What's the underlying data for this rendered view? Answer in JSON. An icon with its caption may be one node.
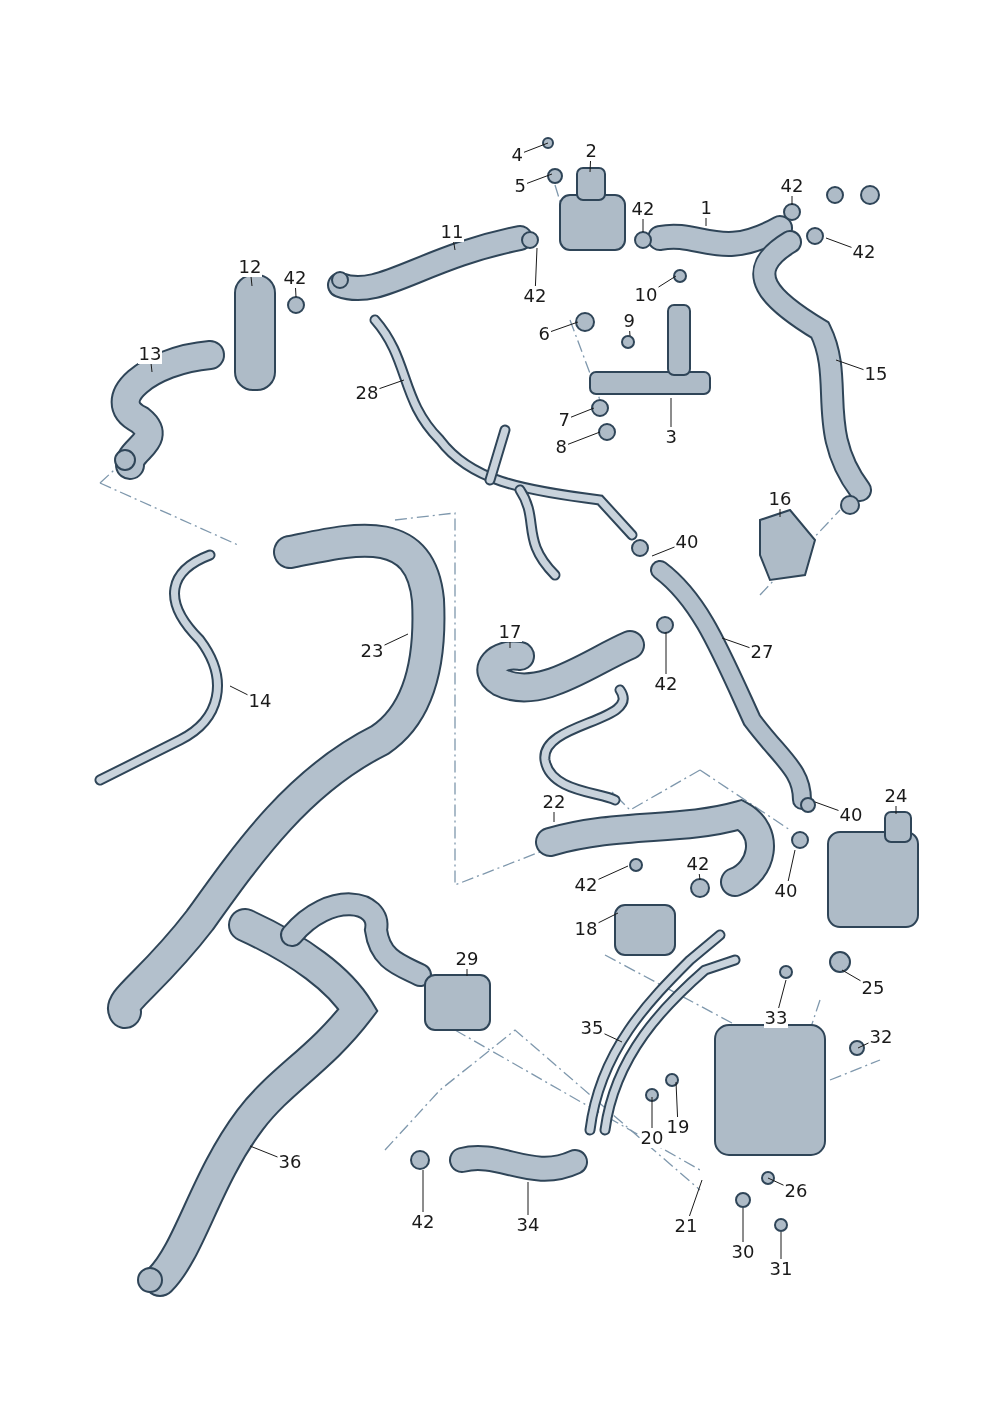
{
  "diagram": {
    "nodes": [
      {
        "text": [
          "4"
        ]
      },
      {
        "text": [
          "2"
        ]
      },
      {
        "text": [
          "5"
        ]
      },
      {
        "text": [
          "42"
        ]
      },
      {
        "text": [
          "1"
        ]
      },
      {
        "text": [
          "42"
        ]
      },
      {
        "text": [
          "11"
        ]
      },
      {
        "text": [
          "42"
        ]
      },
      {
        "text": [
          "12"
        ]
      },
      {
        "text": [
          "42"
        ]
      },
      {
        "text": [
          "10"
        ]
      },
      {
        "text": [
          "42"
        ]
      },
      {
        "text": [
          "6"
        ]
      },
      {
        "text": [
          "9"
        ]
      },
      {
        "text": [
          "13"
        ]
      },
      {
        "text": [
          "15"
        ]
      },
      {
        "text": [
          "28"
        ]
      },
      {
        "text": [
          "7"
        ]
      },
      {
        "text": [
          "3"
        ]
      },
      {
        "text": [
          "8"
        ]
      },
      {
        "text": [
          "16"
        ]
      },
      {
        "text": [
          "40"
        ]
      },
      {
        "text": [
          "17"
        ]
      },
      {
        "text": [
          "23"
        ]
      },
      {
        "text": [
          "27"
        ]
      },
      {
        "text": [
          "42"
        ]
      },
      {
        "text": [
          "14"
        ]
      },
      {
        "text": [
          "40"
        ]
      },
      {
        "text": [
          "24"
        ]
      },
      {
        "text": [
          "22"
        ]
      },
      {
        "text": [
          "42"
        ]
      },
      {
        "text": [
          "42"
        ]
      },
      {
        "text": [
          "40"
        ]
      },
      {
        "text": [
          "18"
        ]
      },
      {
        "text": [
          "29"
        ]
      },
      {
        "text": [
          "25"
        ]
      },
      {
        "text": [
          "33"
        ]
      },
      {
        "text": [
          "35"
        ]
      },
      {
        "text": [
          "32"
        ]
      },
      {
        "text": [
          "20"
        ]
      },
      {
        "text": [
          "19"
        ]
      },
      {
        "text": [
          "36"
        ]
      },
      {
        "text": [
          "26"
        ]
      },
      {
        "text": [
          "42"
        ]
      },
      {
        "text": [
          "34"
        ]
      },
      {
        "text": [
          "21"
        ]
      },
      {
        "text": [
          "30"
        ]
      },
      {
        "text": [
          "31"
        ]
      }
    ],
    "edges": [
      {
        "from": 0,
        "to": null,
        "arrow": "none"
      },
      {
        "from": 1,
        "to": null,
        "arrow": "none"
      },
      {
        "from": 2,
        "to": null,
        "arrow": "none"
      },
      {
        "from": 3,
        "to": null,
        "arrow": "none"
      },
      {
        "from": 4,
        "to": null,
        "arrow": "none"
      },
      {
        "from": 5,
        "to": null,
        "arrow": "none"
      },
      {
        "from": 6,
        "to": null,
        "arrow": "none"
      },
      {
        "from": 7,
        "to": null,
        "arrow": "none"
      },
      {
        "from": 8,
        "to": null,
        "arrow": "none"
      },
      {
        "from": 9,
        "to": null,
        "arrow": "none"
      },
      {
        "from": 10,
        "to": null,
        "arrow": "none"
      },
      {
        "from": 11,
        "to": null,
        "arrow": "none"
      },
      {
        "from": 12,
        "to": null,
        "arrow": "none"
      },
      {
        "from": 13,
        "to": null,
        "arrow": "none"
      },
      {
        "from": 14,
        "to": null,
        "arrow": "none"
      },
      {
        "from": 15,
        "to": null,
        "arrow": "none"
      },
      {
        "from": 16,
        "to": null,
        "arrow": "none"
      },
      {
        "from": 17,
        "to": null,
        "arrow": "none"
      },
      {
        "from": 18,
        "to": null,
        "arrow": "none"
      },
      {
        "from": 19,
        "to": null,
        "arrow": "none"
      },
      {
        "from": 20,
        "to": null,
        "arrow": "none"
      },
      {
        "from": 21,
        "to": null,
        "arrow": "none"
      },
      {
        "from": 22,
        "to": null,
        "arrow": "none"
      },
      {
        "from": 23,
        "to": null,
        "arrow": "none"
      },
      {
        "from": 24,
        "to": null,
        "arrow": "none"
      },
      {
        "from": 25,
        "to": null,
        "arrow": "none"
      },
      {
        "from": 26,
        "to": null,
        "arrow": "none"
      },
      {
        "from": 27,
        "to": null,
        "arrow": "none"
      },
      {
        "from": 28,
        "to": null,
        "arrow": "none"
      },
      {
        "from": 29,
        "to": null,
        "arrow": "none"
      },
      {
        "from": 30,
        "to": null,
        "arrow": "none"
      },
      {
        "from": 31,
        "to": null,
        "arrow": "none"
      },
      {
        "from": 32,
        "to": null,
        "arrow": "none"
      },
      {
        "from": 33,
        "to": null,
        "arrow": "none"
      },
      {
        "from": 34,
        "to": null,
        "arrow": "none"
      },
      {
        "from": 35,
        "to": null,
        "arrow": "none"
      },
      {
        "from": 36,
        "to": null,
        "arrow": "none"
      },
      {
        "from": 37,
        "to": null,
        "arrow": "none"
      },
      {
        "from": 38,
        "to": null,
        "arrow": "none"
      },
      {
        "from": 39,
        "to": null,
        "arrow": "none"
      },
      {
        "from": 40,
        "to": null,
        "arrow": "none"
      },
      {
        "from": 41,
        "to": null,
        "arrow": "none"
      },
      {
        "from": 42,
        "to": null,
        "arrow": "none"
      },
      {
        "from": 43,
        "to": null,
        "arrow": "none"
      },
      {
        "from": 44,
        "to": null,
        "arrow": "none"
      },
      {
        "from": 45,
        "to": null,
        "arrow": "none"
      },
      {
        "from": 46,
        "to": null,
        "arrow": "none"
      },
      {
        "from": 47,
        "to": null,
        "arrow": "none"
      }
    ]
  }
}
